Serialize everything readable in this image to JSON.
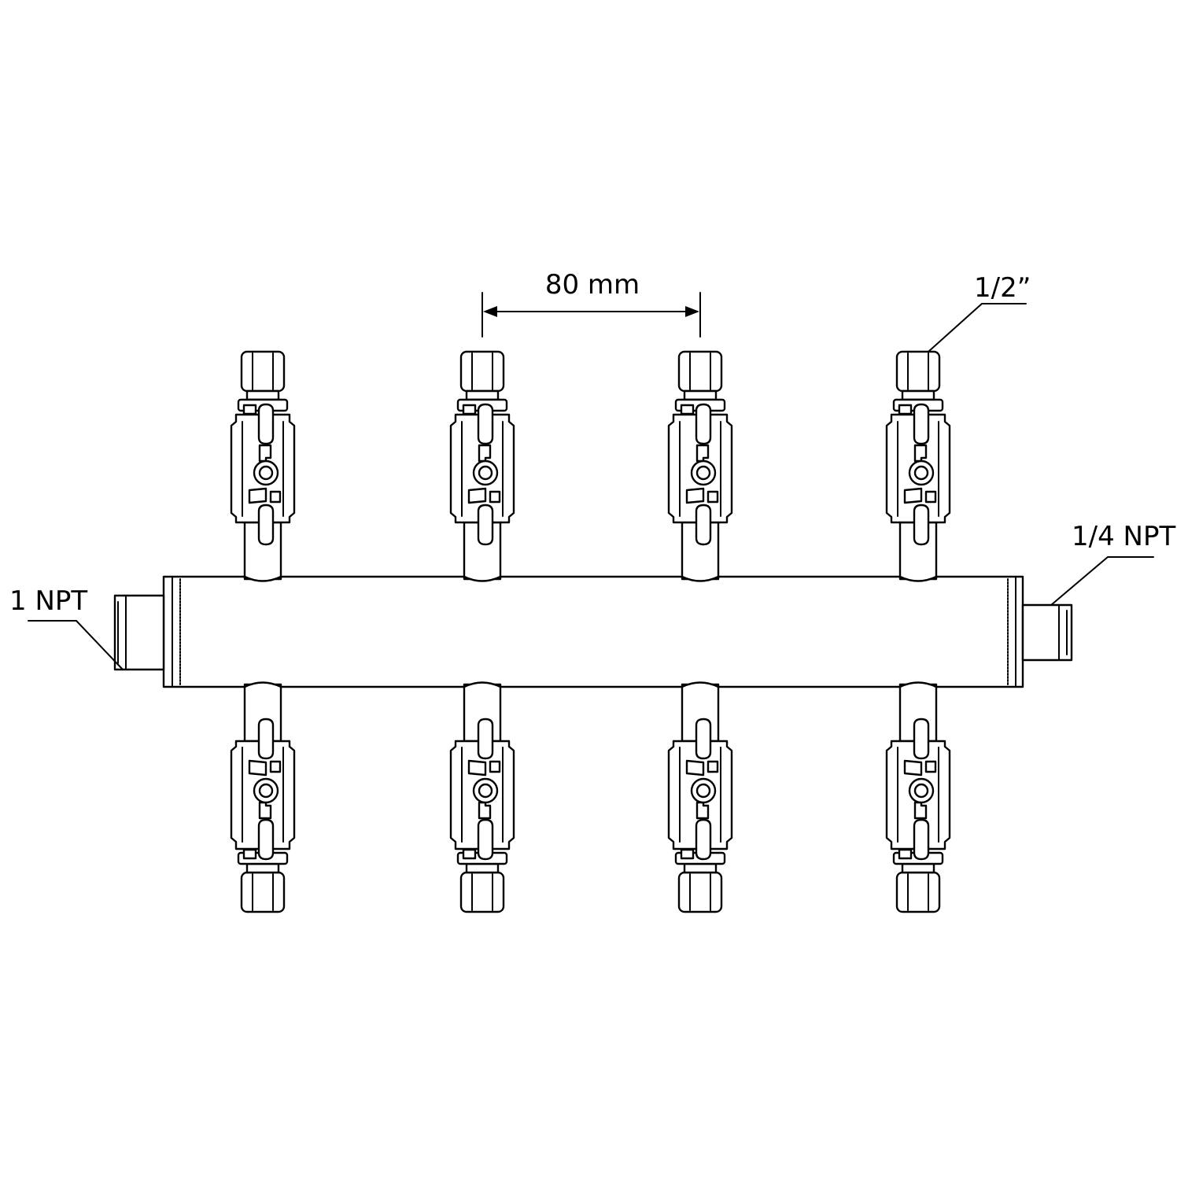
{
  "labels": {
    "inlet": "1 NPT",
    "outlet": "1/4 NPT",
    "branch": "1/2”",
    "spacing": "80 mm"
  },
  "manifold": {
    "top_outlets": 4,
    "bottom_outlets": 4
  },
  "colors": {
    "line": "#000000",
    "background": "#ffffff"
  }
}
